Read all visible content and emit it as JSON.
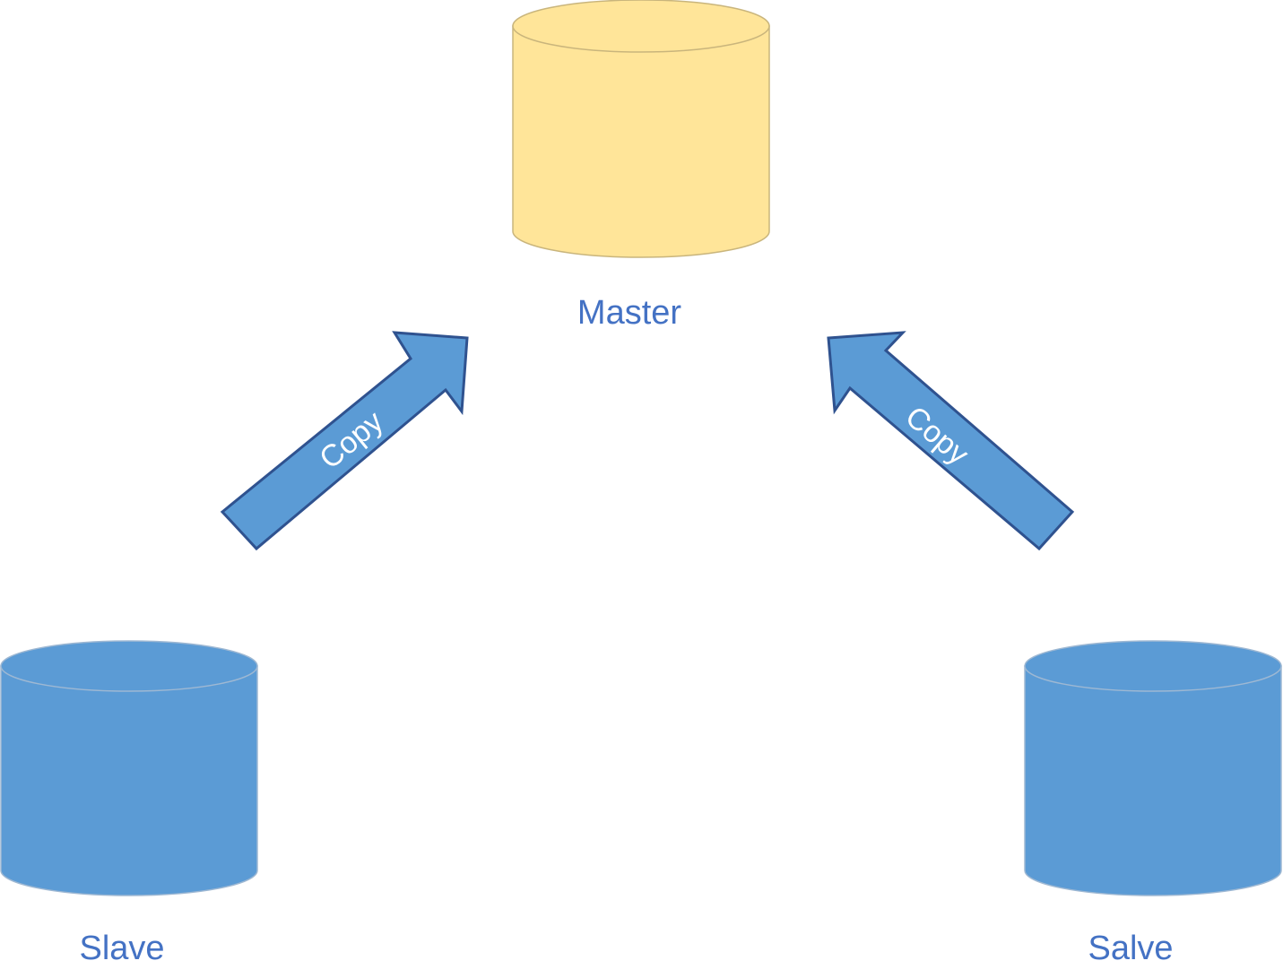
{
  "colors": {
    "master_fill": "#ffe599",
    "master_stroke": "#c9b57c",
    "slave_fill": "#5b9bd5",
    "slave_stroke": "#9eb8d3",
    "arrow_fill": "#5b9bd5",
    "arrow_stroke": "#2f528f",
    "label_text": "#4472c4",
    "arrow_text": "#ffffff"
  },
  "nodes": {
    "master": {
      "label": "Master",
      "shape": "cylinder-icon"
    },
    "slave_left": {
      "label": "Slave",
      "shape": "cylinder-icon"
    },
    "slave_right": {
      "label": "Salve",
      "shape": "cylinder-icon"
    }
  },
  "arrows": {
    "left": {
      "label": "Copy",
      "shape": "block-arrow-icon"
    },
    "right": {
      "label": "Copy",
      "shape": "block-arrow-icon"
    }
  }
}
